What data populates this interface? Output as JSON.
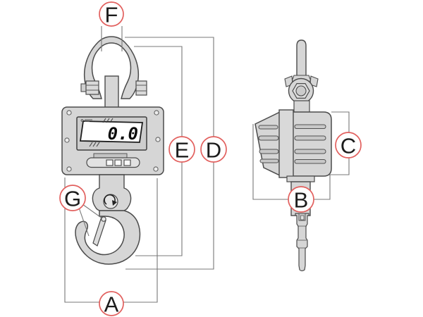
{
  "diagram": {
    "subject": "crane-scale-dimension-diagram",
    "views": [
      "front-view",
      "side-view"
    ]
  },
  "display": {
    "reading": "0.0"
  },
  "labels": {
    "a": "A",
    "b": "B",
    "c": "C",
    "d": "D",
    "e": "E",
    "f": "F",
    "g": "G"
  },
  "colors": {
    "accent_red": "#e2605e",
    "metal_fill": "#d6d6d6",
    "outline": "#4b4b4b",
    "dimension_line": "#787878",
    "lcd_background": "#ffffff",
    "digit_color": "#0a0a0a",
    "background": "#ffffff"
  },
  "icons": {
    "rotation_icon": "circular-arrow",
    "label_markers": "red-circle"
  }
}
